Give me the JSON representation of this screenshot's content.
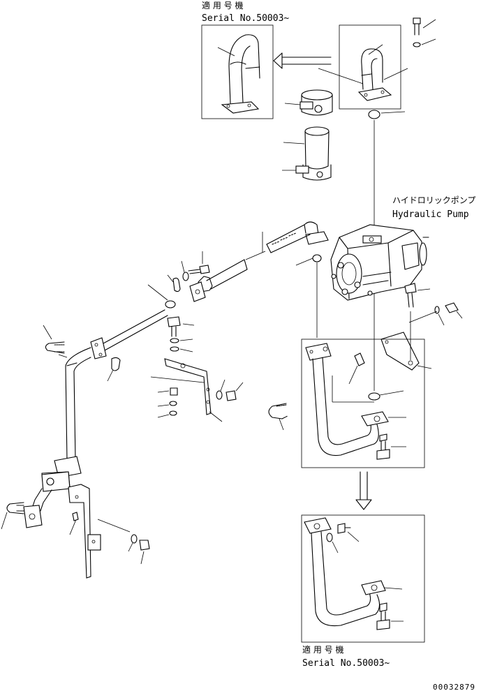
{
  "labels": {
    "applicable_top_jp": "適 用 号 機",
    "serial_top": "Serial No.50003~",
    "pump_jp": "ハイドロリックポンプ",
    "pump_en": "Hydraulic Pump",
    "applicable_bottom_jp": "適 用 号 機",
    "serial_bottom": "Serial No.50003~",
    "drawing_number": "00032879"
  }
}
